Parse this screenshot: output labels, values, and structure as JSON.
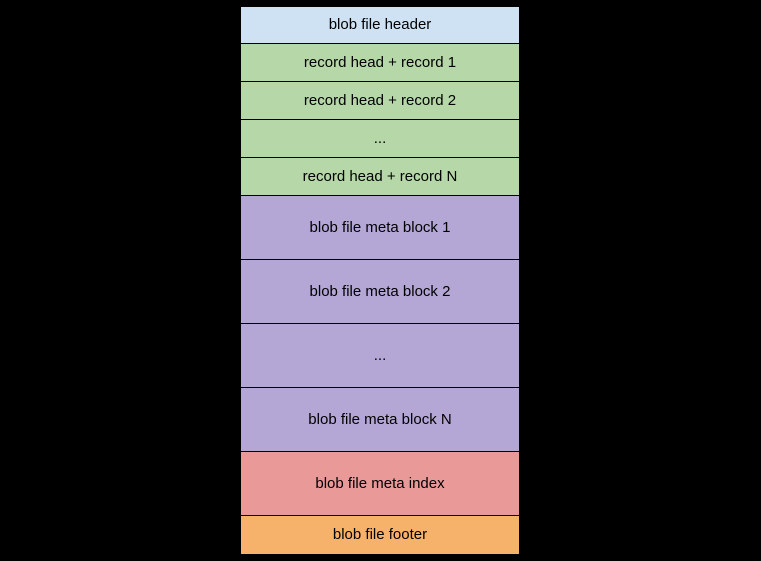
{
  "diagram": {
    "background_color": "#000000",
    "border_color": "#000000",
    "text_color": "#000000",
    "palette": {
      "header_blue": "#cfe2f3",
      "record_green": "#b6d7a8",
      "meta_purple": "#b4a7d6",
      "index_red": "#ea9999",
      "footer_orange": "#f6b26b"
    },
    "blocks": [
      {
        "label": "blob file header",
        "color": "#cfe2f3"
      },
      {
        "label": "record head + record 1",
        "color": "#b6d7a8"
      },
      {
        "label": "record head + record 2",
        "color": "#b6d7a8"
      },
      {
        "label": "...",
        "color": "#b6d7a8"
      },
      {
        "label": "record head + record N",
        "color": "#b6d7a8"
      },
      {
        "label": "blob file meta block 1",
        "color": "#b4a7d6"
      },
      {
        "label": "blob file meta block 2",
        "color": "#b4a7d6"
      },
      {
        "label": "...",
        "color": "#b4a7d6"
      },
      {
        "label": "blob file meta block N",
        "color": "#b4a7d6"
      },
      {
        "label": "blob file meta index",
        "color": "#ea9999"
      },
      {
        "label": "blob file footer",
        "color": "#f6b26b"
      }
    ]
  }
}
